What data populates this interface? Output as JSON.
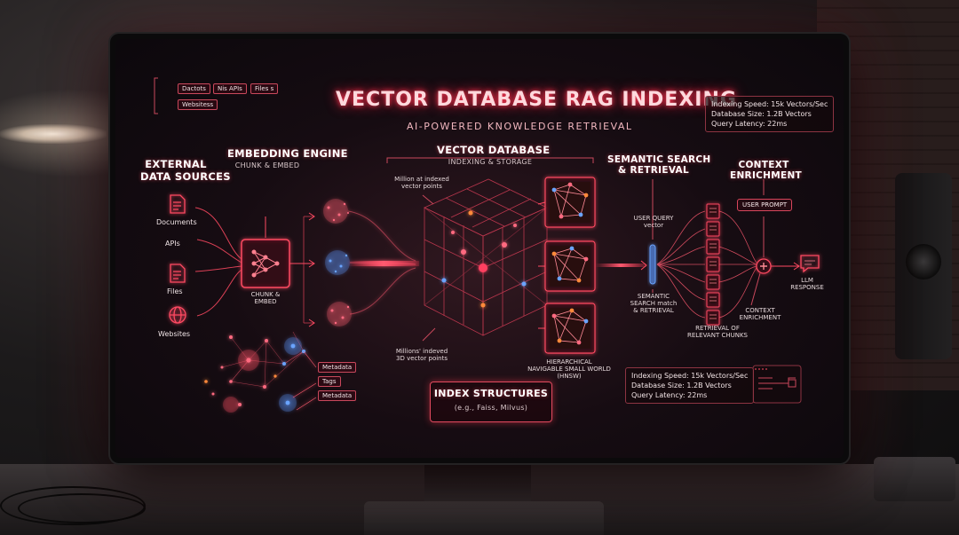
{
  "title": "VECTOR DATABASE RAG INDEXING",
  "subtitle": "AI-POWERED KNOWLEDGE RETRIEVAL",
  "top_tags": [
    "Dactots",
    "Nis APIs",
    "Files s",
    "Websitess"
  ],
  "stats_top": [
    "Indexing Speed: 15k Vectors/Sec",
    "Database Size: 1.2B Vectors",
    "Query Latency: 22ms"
  ],
  "stats_bottom": [
    "Indexing Speed: 15k Vectors/Sec",
    "Database Size:  1.2B Vectors",
    "Query Latency:  22ms"
  ],
  "sources": {
    "heading": [
      "EXTERNAL",
      "DATA SOURCES"
    ],
    "items": [
      "Documents",
      "APIs",
      "Files",
      "Websites"
    ]
  },
  "embedding": {
    "heading": "EMBEDDING ENGINE",
    "subheading": "CHUNK & EMBED",
    "node_label": [
      "CHUNK &",
      "EMBED"
    ]
  },
  "metadata_tags": [
    "Metadata",
    "Tags",
    "Metadata"
  ],
  "vector_db": {
    "heading": "VECTOR DATABASE",
    "subheading": "INDEXING & STORAGE",
    "top_note": [
      "Million at indexed",
      "vector points"
    ],
    "bottom_note": [
      "Millions' indeved",
      "3D vector points"
    ]
  },
  "hnsw": [
    "HIERARCHICAL",
    "NAVIGABLE SMALL WORLD",
    "(HNSW)"
  ],
  "index_structures": {
    "heading": "INDEX STRUCTURES",
    "subheading": "(e.g., Faiss, Milvus)"
  },
  "search": {
    "heading": [
      "SEMANTIC SEARCH",
      "& RETRIEVAL"
    ],
    "query": [
      "USER QUERY",
      "vector"
    ],
    "match": [
      "SEMANTIC",
      "SEARCH match",
      "& RETRIEVAL"
    ],
    "chunks": [
      "RETRIEVAL OF",
      "RELEVANT CHUNKS"
    ]
  },
  "context": {
    "heading": [
      "CONTEXT",
      "ENRICHMENT"
    ],
    "prompt": "USER PROMPT",
    "enrich": [
      "CONTEXT",
      "ENRICHMENT"
    ],
    "response": [
      "LLM",
      "RESPONSE"
    ]
  },
  "colors": {
    "accent": "#ff3a55",
    "blue": "#4a8cff",
    "orange": "#ff8a3a",
    "screen": "#160c12"
  }
}
